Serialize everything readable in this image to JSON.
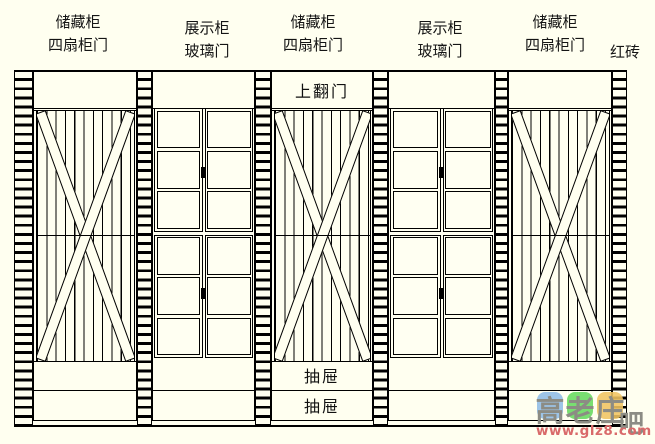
{
  "page": {
    "background_color": "#FFFFF0",
    "line_color": "#000000",
    "drawing_type": "cabinet elevation diagram"
  },
  "headers": [
    {
      "line1": "储藏柜",
      "line2": "四扇柜门"
    },
    {
      "line1": "展示柜",
      "line2": "玻璃门"
    },
    {
      "line1": "储藏柜",
      "line2": "四扇柜门"
    },
    {
      "line1": "展示柜",
      "line2": "玻璃门"
    },
    {
      "line1": "储藏柜",
      "line2": "四扇柜门"
    }
  ],
  "side_label": "红砖",
  "annotations": {
    "flip_door": "上翻门",
    "drawer_top": "抽屉",
    "drawer_bottom": "抽屉"
  },
  "watermark": {
    "chars": [
      "高",
      "老",
      "庄",
      "吧"
    ],
    "url": "www.glz8.com",
    "block_colors": [
      "#8FBCE5",
      "#66D95F",
      "#F0C461"
    ],
    "char_color": "#8C8C84",
    "url_color": "#D96A6A"
  }
}
